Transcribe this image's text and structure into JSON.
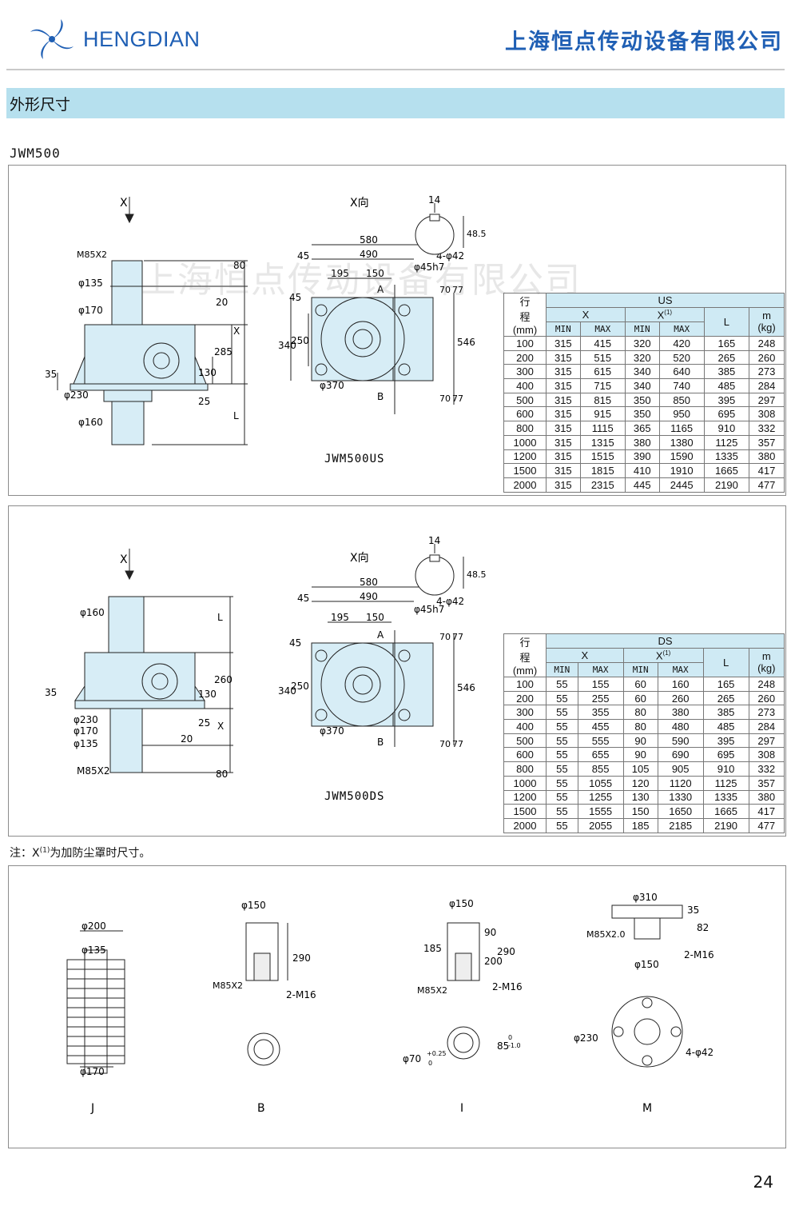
{
  "header": {
    "brand": "HENGDIAN",
    "company": "上海恒点传动设备有限公司"
  },
  "section": {
    "title": "外形尺寸"
  },
  "model": "JWM500",
  "watermark": "上海恒点传动设备有限公司",
  "colors": {
    "brand_blue": "#1f5fb4",
    "section_bar": "#b6e0ee",
    "table_header": "#cfeaf4",
    "drawing_fill": "#d7edf6"
  },
  "us_panel": {
    "x_arrow": "X",
    "x_view": "X向",
    "caption": "JWM500US",
    "dims": {
      "m85": "M85X2",
      "d135": "φ135",
      "d170": "φ170",
      "d230": "φ230",
      "d160": "φ160",
      "v35": "35",
      "v80": "80",
      "v20": "20",
      "vX": "X",
      "v285": "285",
      "v130": "130",
      "v25": "25",
      "vL": "L",
      "h580": "580",
      "h45": "45",
      "h490": "490",
      "h195": "195",
      "h150": "150",
      "hole": "4-φ42",
      "v340": "340",
      "v250": "250",
      "v45b": "45",
      "d370": "φ370",
      "v546": "546",
      "v70a": "70",
      "v77a": "77",
      "v70b": "70",
      "v77b": "77",
      "A": "A",
      "B": "B",
      "key14": "14",
      "key485": "48.5",
      "shaft": "φ45h7"
    },
    "table": {
      "group": "US",
      "stroke_label": [
        "行",
        "程",
        "(mm)"
      ],
      "x_label": "X",
      "x1_label": "X",
      "x1_sup": "(1)",
      "L_label": "L",
      "m_label": [
        "m",
        "(kg)"
      ],
      "min": "MIN",
      "max": "MAX",
      "rows": [
        [
          "100",
          "315",
          "415",
          "320",
          "420",
          "165",
          "248"
        ],
        [
          "200",
          "315",
          "515",
          "320",
          "520",
          "265",
          "260"
        ],
        [
          "300",
          "315",
          "615",
          "340",
          "640",
          "385",
          "273"
        ],
        [
          "400",
          "315",
          "715",
          "340",
          "740",
          "485",
          "284"
        ],
        [
          "500",
          "315",
          "815",
          "350",
          "850",
          "395",
          "297"
        ],
        [
          "600",
          "315",
          "915",
          "350",
          "950",
          "695",
          "308"
        ],
        [
          "800",
          "315",
          "1115",
          "365",
          "1165",
          "910",
          "332"
        ],
        [
          "1000",
          "315",
          "1315",
          "380",
          "1380",
          "1125",
          "357"
        ],
        [
          "1200",
          "315",
          "1515",
          "390",
          "1590",
          "1335",
          "380"
        ],
        [
          "1500",
          "315",
          "1815",
          "410",
          "1910",
          "1665",
          "417"
        ],
        [
          "2000",
          "315",
          "2315",
          "445",
          "2445",
          "2190",
          "477"
        ]
      ]
    }
  },
  "ds_panel": {
    "x_arrow": "X",
    "x_view": "X向",
    "caption": "JWM500DS",
    "dims": {
      "d160": "φ160",
      "d230": "φ230",
      "d170": "φ170",
      "d135": "φ135",
      "m85": "M85X2",
      "v35": "35",
      "vL": "L",
      "v260": "260",
      "v130": "130",
      "v25": "25",
      "vX": "X",
      "v20": "20",
      "v80": "80",
      "h580": "580",
      "h45": "45",
      "h490": "490",
      "h195": "195",
      "h150": "150",
      "hole": "4-φ42",
      "v340": "340",
      "v250": "250",
      "v45b": "45",
      "d370": "φ370",
      "v546": "546",
      "v70a": "70",
      "v77a": "77",
      "v70b": "70",
      "v77b": "77",
      "A": "A",
      "B": "B",
      "key14": "14",
      "key485": "48.5",
      "shaft": "φ45h7"
    },
    "table": {
      "group": "DS",
      "stroke_label": [
        "行",
        "程",
        "(mm)"
      ],
      "x_label": "X",
      "x1_label": "X",
      "x1_sup": "(1)",
      "L_label": "L",
      "m_label": [
        "m",
        "(kg)"
      ],
      "min": "MIN",
      "max": "MAX",
      "rows": [
        [
          "100",
          "55",
          "155",
          "60",
          "160",
          "165",
          "248"
        ],
        [
          "200",
          "55",
          "255",
          "60",
          "260",
          "265",
          "260"
        ],
        [
          "300",
          "55",
          "355",
          "80",
          "380",
          "385",
          "273"
        ],
        [
          "400",
          "55",
          "455",
          "80",
          "480",
          "485",
          "284"
        ],
        [
          "500",
          "55",
          "555",
          "90",
          "590",
          "395",
          "297"
        ],
        [
          "600",
          "55",
          "655",
          "90",
          "690",
          "695",
          "308"
        ],
        [
          "800",
          "55",
          "855",
          "105",
          "905",
          "910",
          "332"
        ],
        [
          "1000",
          "55",
          "1055",
          "120",
          "1120",
          "1125",
          "357"
        ],
        [
          "1200",
          "55",
          "1255",
          "130",
          "1330",
          "1335",
          "380"
        ],
        [
          "1500",
          "55",
          "1555",
          "150",
          "1650",
          "1665",
          "417"
        ],
        [
          "2000",
          "55",
          "2055",
          "185",
          "2185",
          "2190",
          "477"
        ]
      ]
    }
  },
  "note": {
    "prefix": "注：X",
    "sup": "(1)",
    "text": "为加防尘罩时尺寸。"
  },
  "accessories": {
    "J": {
      "label": "J",
      "d200": "φ200",
      "d135": "φ135",
      "d170": "φ170"
    },
    "B": {
      "label": "B",
      "d150": "φ150",
      "v290": "290",
      "m85": "M85X2",
      "m16": "2-M16"
    },
    "I": {
      "label": "I",
      "d150": "φ150",
      "v185": "185",
      "v90": "90",
      "v200": "200",
      "v290": "290",
      "m85": "M85X2",
      "m16": "2-M16",
      "d70": "φ70",
      "d70_tol_up": "+0.25",
      "d70_tol_lo": "0",
      "v85": "85",
      "v85_tol_up": "0",
      "v85_tol_lo": "-1.0"
    },
    "M": {
      "label": "M",
      "d310": "φ310",
      "v35": "35",
      "v82": "82",
      "m85": "M85X2.0",
      "d150": "φ150",
      "m16": "2-M16",
      "d230": "φ230",
      "hole": "4-φ42"
    }
  },
  "page_number": "24"
}
